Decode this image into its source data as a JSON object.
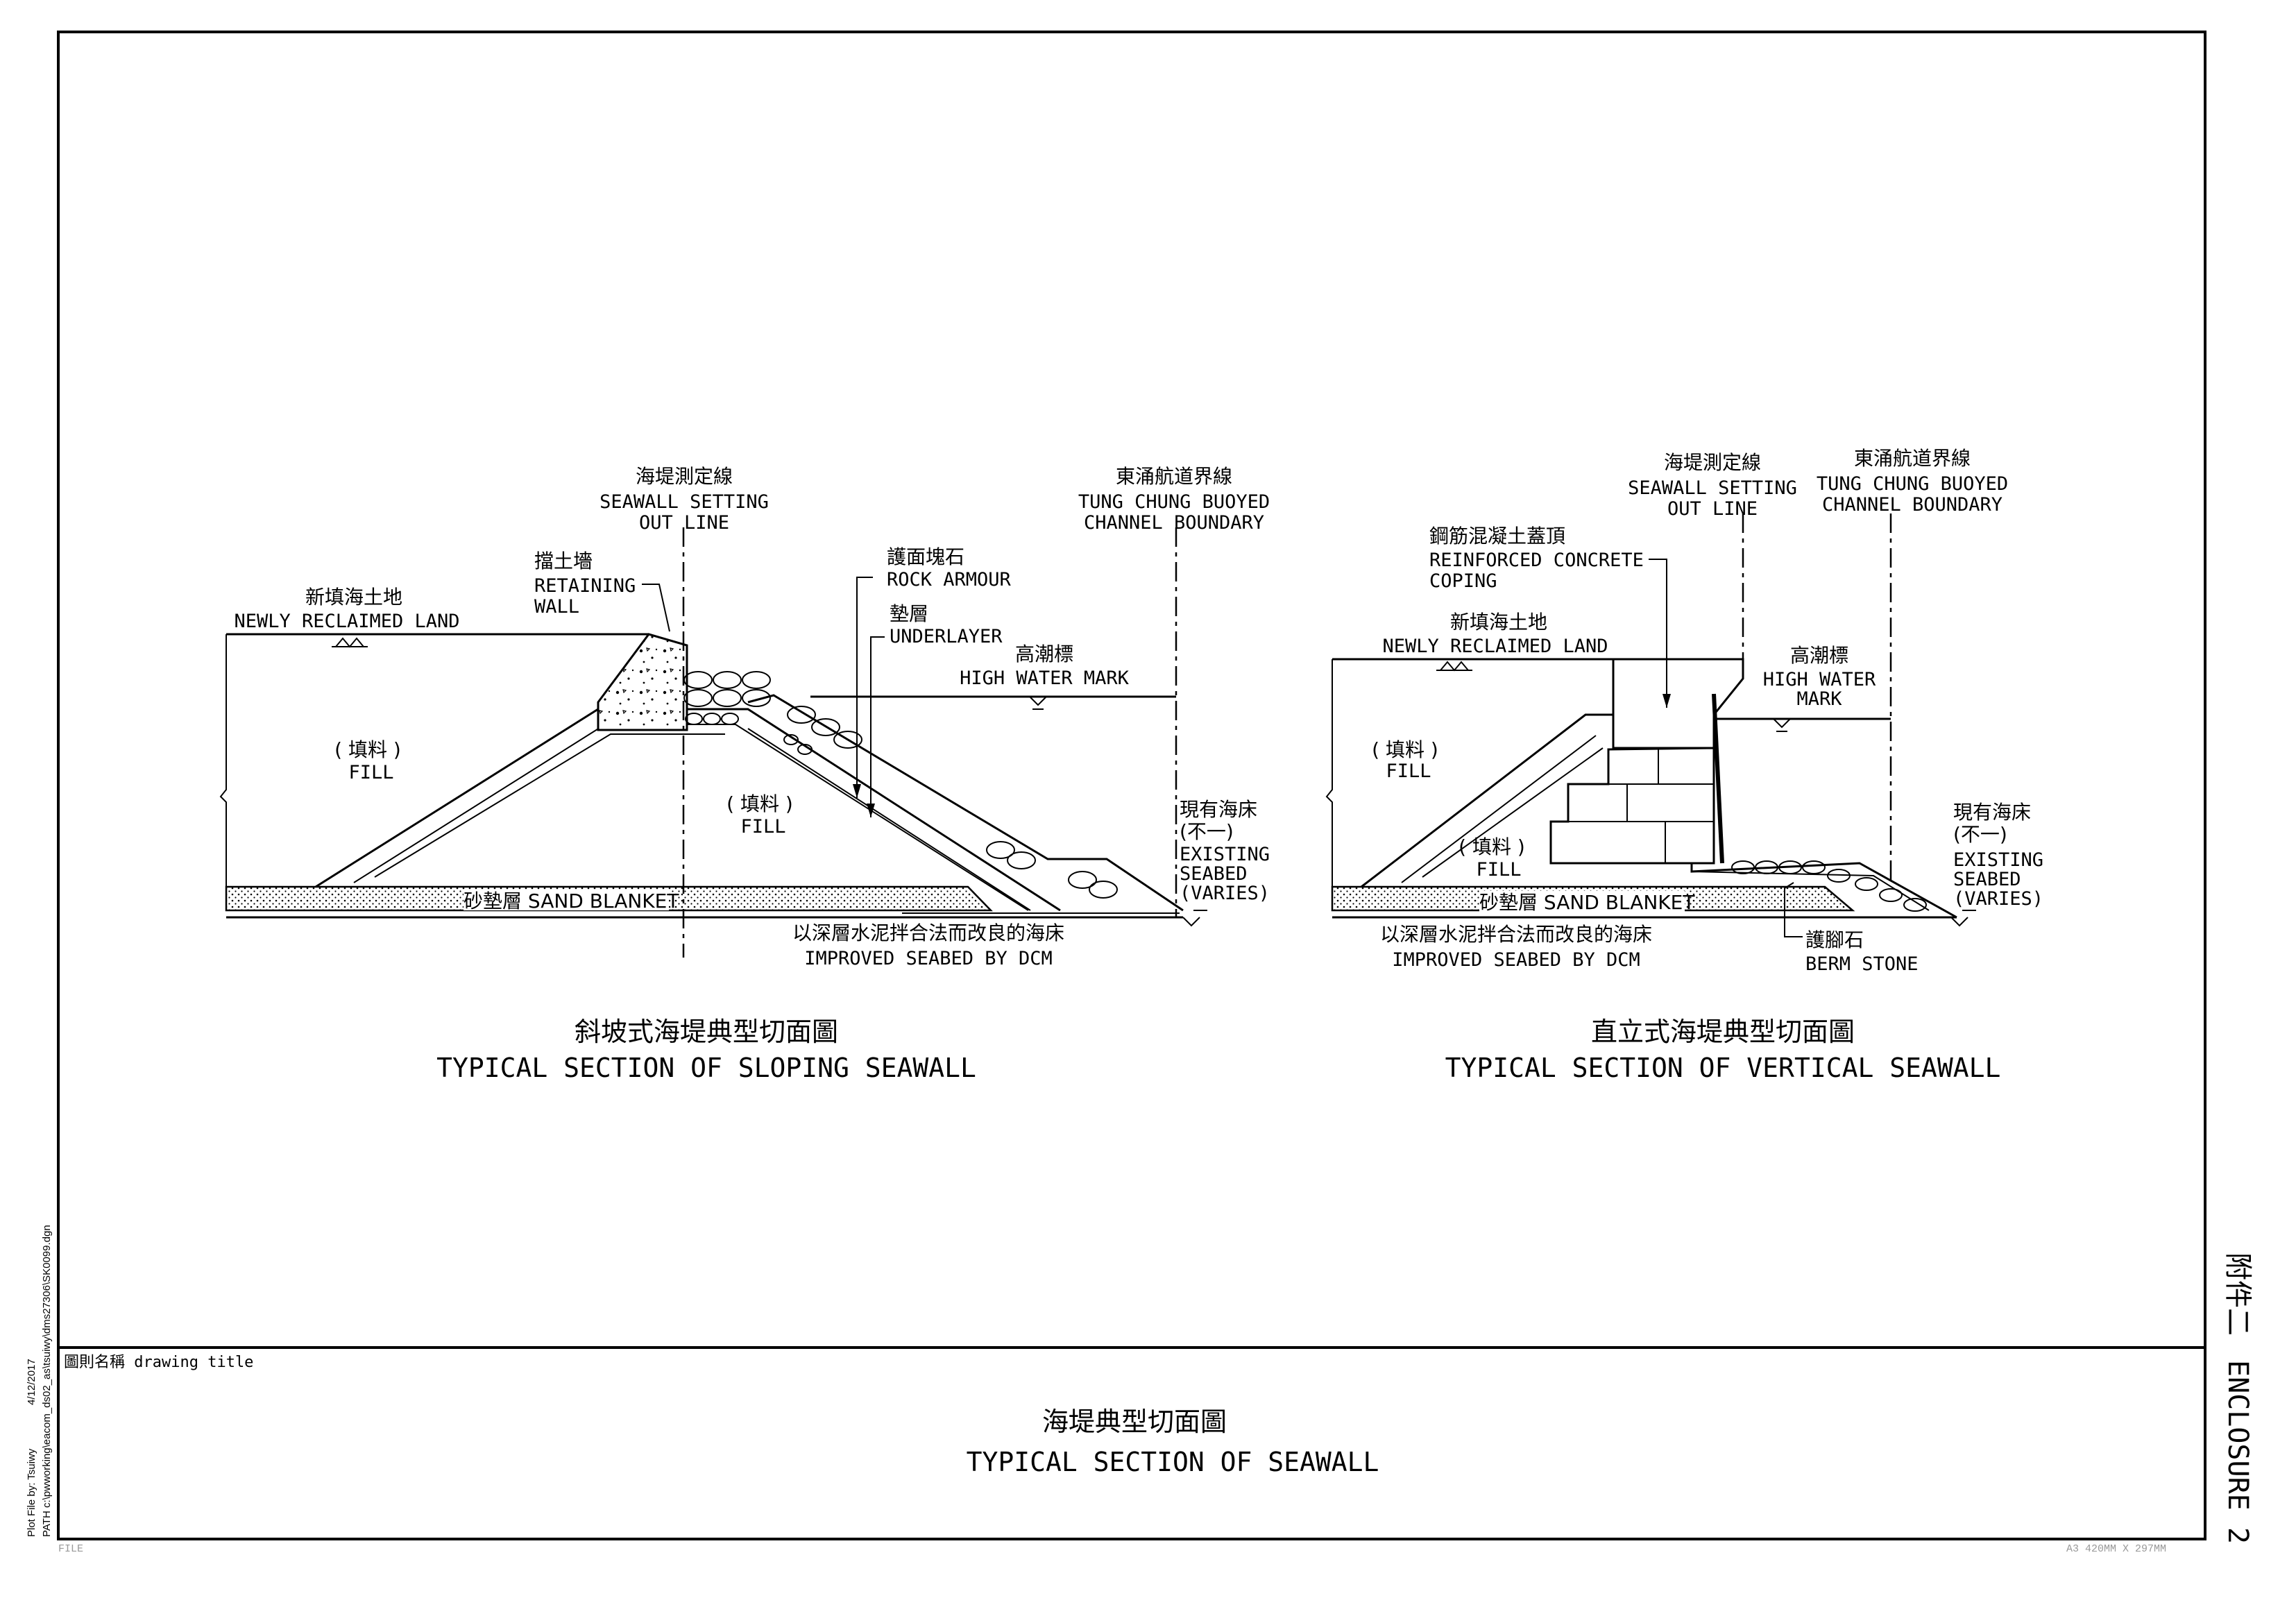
{
  "sloping": {
    "setting_line": {
      "cn": "海堤測定線",
      "en1": "SEAWALL SETTING",
      "en2": "OUT LINE"
    },
    "channel": {
      "cn": "東涌航道界線",
      "en1": "TUNG CHUNG BUOYED",
      "en2": "CHANNEL BOUNDARY"
    },
    "retaining": {
      "cn": "擋土墻",
      "en1": "RETAINING",
      "en2": "WALL"
    },
    "reclaimed": {
      "cn": "新填海土地",
      "en": "NEWLY RECLAIMED LAND"
    },
    "rock_armour": {
      "cn": "護面塊石",
      "en": "ROCK ARMOUR"
    },
    "underlayer": {
      "cn": "墊層",
      "en": "UNDERLAYER"
    },
    "hwm": {
      "cn": "高潮標",
      "en": "HIGH WATER MARK"
    },
    "fill_left": {
      "cn": "填料",
      "en": "FILL"
    },
    "fill_core": {
      "cn": "填料",
      "en": "FILL"
    },
    "seabed": {
      "cn1": "現有海床",
      "cn2": "(不一)",
      "en1": "EXISTING",
      "en2": "SEABED",
      "en3": "(VARIES)"
    },
    "sand": "砂墊層 SAND BLANKET",
    "dcm": {
      "cn": "以深層水泥拌合法而改良的海床",
      "en": "IMPROVED SEABED BY DCM"
    },
    "title_cn": "斜坡式海堤典型切面圖",
    "title_en": "TYPICAL SECTION OF SLOPING SEAWALL"
  },
  "vertical": {
    "setting_line": {
      "cn": "海堤測定線",
      "en1": "SEAWALL SETTING",
      "en2": "OUT LINE"
    },
    "channel": {
      "cn": "東涌航道界線",
      "en1": "TUNG CHUNG BUOYED",
      "en2": "CHANNEL BOUNDARY"
    },
    "coping": {
      "cn": "鋼筋混凝土蓋頂",
      "en1": "REINFORCED CONCRETE",
      "en2": "COPING"
    },
    "reclaimed": {
      "cn": "新填海土地",
      "en": "NEWLY RECLAIMED LAND"
    },
    "hwm": {
      "cn": "高潮標",
      "en1": "HIGH WATER",
      "en2": "MARK"
    },
    "fill_left": {
      "cn": "填料",
      "en": "FILL"
    },
    "fill_core": {
      "cn": "填料",
      "en": "FILL"
    },
    "seabed": {
      "cn1": "現有海床",
      "cn2": "(不一)",
      "en1": "EXISTING",
      "en2": "SEABED",
      "en3": "(VARIES)"
    },
    "sand": "砂墊層 SAND BLANKET",
    "dcm": {
      "cn": "以深層水泥拌合法而改良的海床",
      "en": "IMPROVED SEABED BY DCM"
    },
    "berm": {
      "cn": "護腳石",
      "en": "BERM STONE"
    },
    "title_cn": "直立式海堤典型切面圖",
    "title_en": "TYPICAL SECTION OF VERTICAL SEAWALL"
  },
  "title_block": {
    "caption": "圖則名稱 drawing title",
    "title_cn": "海堤典型切面圖",
    "title_en": "TYPICAL SECTION OF SEAWALL"
  },
  "enclosure": {
    "cn": "附件二",
    "en": "ENCLOSURE 2"
  },
  "margin": {
    "plot_by": "Plot File by: Tsuiwy",
    "date": "4/12/2017",
    "path": "PATH  c:\\pwworking\\eacom_ds02_as\\tsuiwy\\dms27306\\SK0099.dgn",
    "file": "FILE",
    "sheet_size": "A3 420MM X 297MM"
  }
}
